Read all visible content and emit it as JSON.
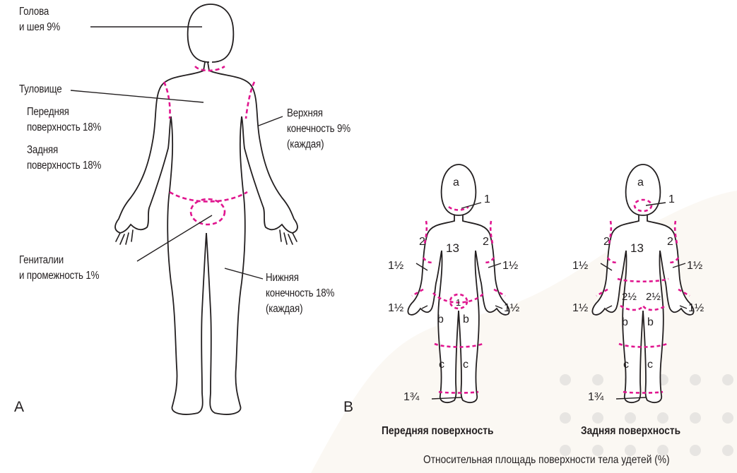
{
  "colors": {
    "outline": "#231f20",
    "divider": "#e0168f",
    "background_blob": "#fbf8f3",
    "dots": "#e7e5e2"
  },
  "panel_a": {
    "letter": "A",
    "labels": {
      "head_line1": "Голова",
      "head_line2": "и шея 9%",
      "torso": "Туловище",
      "front_line1": "Передняя",
      "front_line2": "поверхность 18%",
      "back_line1": "Задняя",
      "back_line2": "поверхность 18%",
      "upper_line1": "Верхняя",
      "upper_line2": "конечность 9%",
      "upper_line3": "(каждая)",
      "genital_line1": "Гениталии",
      "genital_line2": "и промежность 1%",
      "lower_line1": "Нижняя",
      "lower_line2": "конечность 18%",
      "lower_line3": "(каждая)"
    }
  },
  "panel_b": {
    "letter": "B",
    "front": {
      "caption": "Передняя поверхность",
      "head": "a",
      "neck": "1",
      "trunk": "13",
      "upper_arm_l": "2",
      "upper_arm_r": "2",
      "forearm_l": "1½",
      "forearm_r": "1½",
      "hand_l": "1½",
      "hand_r": "1½",
      "genital": "1",
      "thigh_l": "b",
      "thigh_r": "b",
      "shin_l": "c",
      "shin_r": "c",
      "foot": "1¾"
    },
    "back": {
      "caption": "Задняя поверхность",
      "head": "a",
      "neck": "1",
      "trunk": "13",
      "upper_arm_l": "2",
      "upper_arm_r": "2",
      "forearm_l": "1½",
      "forearm_r": "1½",
      "hand_l": "1½",
      "hand_r": "1½",
      "buttock_l": "2½",
      "buttock_r": "2½",
      "thigh_l": "b",
      "thigh_r": "b",
      "shin_l": "c",
      "shin_r": "c",
      "foot": "1¾"
    },
    "footer": "Относительная площадь поверхности тела удетей (%)"
  }
}
